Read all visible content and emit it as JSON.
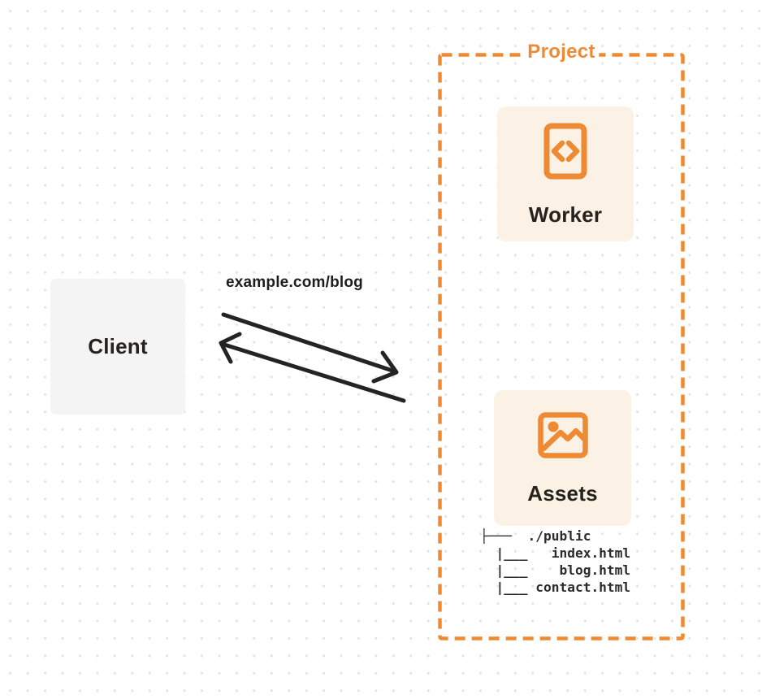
{
  "colors": {
    "accent_orange": "#ee8a33",
    "card_background": "#fbf1e4",
    "client_background": "#f4f4f5",
    "text_dark": "#26221e",
    "arrow_dark": "#242424",
    "background_dot": "#e3e3e3"
  },
  "client": {
    "label": "Client"
  },
  "request_label": "example.com/blog",
  "project": {
    "label": "Project"
  },
  "worker": {
    "label": "Worker",
    "icon": "code-document-icon"
  },
  "assets": {
    "label": "Assets",
    "icon": "image-icon",
    "tree": [
      "├───  ./public",
      "  |___   index.html",
      "  |___    blog.html",
      "  |___ contact.html"
    ]
  }
}
